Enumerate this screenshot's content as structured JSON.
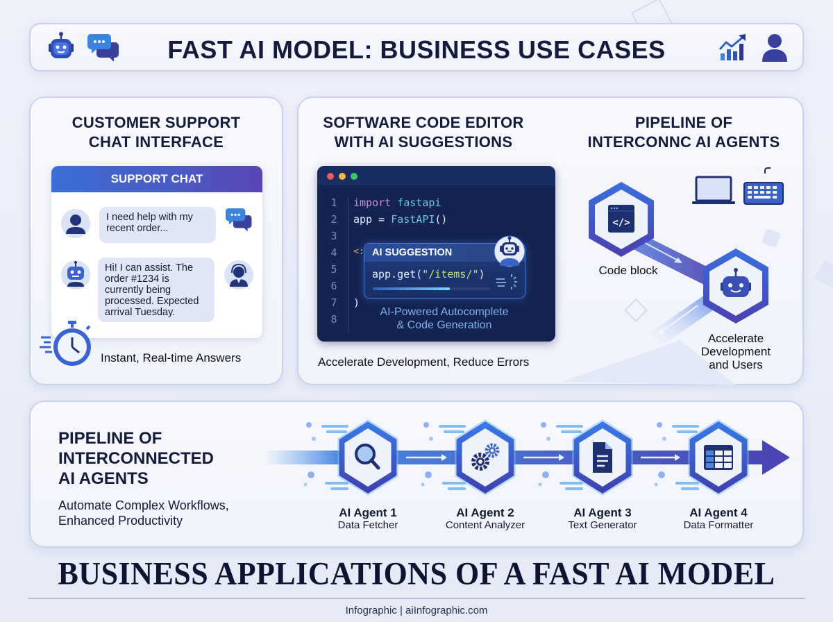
{
  "header": {
    "title": "FAST AI MODEL: BUSINESS USE CASES",
    "icons": [
      "robot-icon",
      "chat-bubbles-icon",
      "growth-chart-icon",
      "user-icon"
    ]
  },
  "colors": {
    "accent": "#3f5fd0",
    "accent_dark": "#2a3b8f",
    "title_text": "#141b3d",
    "editor_bg": "#14234f"
  },
  "customer_support": {
    "title_line1": "CUSTOMER SUPPORT",
    "title_line2": "CHAT INTERFACE",
    "chat_header": "SUPPORT CHAT",
    "messages": [
      {
        "sender": "user",
        "text_line1": "I need help with my",
        "text_line2": "recent order..."
      },
      {
        "sender": "bot",
        "lines": [
          "Hi! I can assist. The",
          "order #1234 is",
          "currently being",
          "processed. Expected",
          "arrival Tuesday."
        ]
      }
    ],
    "tagline": "Instant, Real-time Answers"
  },
  "code_editor": {
    "title_line1": "SOFTWARE CODE EDITOR",
    "title_line2": "WITH AI SUGGESTIONS",
    "line_numbers": [
      "1",
      "2",
      "3",
      "4",
      "5",
      "6",
      "7",
      "8"
    ],
    "code": {
      "line1_kw": "import",
      "line1_mod": "fastapi",
      "line2_pre": "app = ",
      "line2_fn": "FastAPI",
      "line2_post": "()",
      "line4_fragment": "<:",
      "line7": ")"
    },
    "suggestion": {
      "label": "AI SUGGESTION",
      "code_pre": "app.get(",
      "code_str": "\"/items/\"",
      "code_post": ")",
      "progress_percent": 65
    },
    "caption_line1": "AI-Powered Autocomplete",
    "caption_line2": "& Code Generation",
    "tagline": "Accelerate Development, Reduce Errors"
  },
  "pipeline_top": {
    "title_line1": "PIPELINE OF",
    "title_line2": "INTERCONNC AI AGENTS",
    "nodes": [
      {
        "label": "Code block",
        "icon": "code-window-icon"
      },
      {
        "label_lines": [
          "Accelerate",
          "Development",
          "and Users"
        ],
        "icon": "robot-icon"
      }
    ],
    "devices": [
      "laptop-icon",
      "keyboard-icon"
    ]
  },
  "pipeline_bottom": {
    "title_line1": "PIPELINE OF",
    "title_line2": "INTERCONNECTED",
    "title_line3": "AI AGENTS",
    "subtitle_line1": "Automate Complex Workflows,",
    "subtitle_line2": "Enhanced Productivity",
    "agents": [
      {
        "name": "AI Agent 1",
        "role": "Data Fetcher",
        "icon": "magnifier-icon"
      },
      {
        "name": "AI Agent 2",
        "role": "Content Analyzer",
        "icon": "gears-icon"
      },
      {
        "name": "AI Agent 3",
        "role": "Text Generator",
        "icon": "document-icon"
      },
      {
        "name": "AI Agent 4",
        "role": "Data Formatter",
        "icon": "table-icon"
      }
    ]
  },
  "footer": {
    "title": "BUSINESS APPLICATIONS OF A FAST AI MODEL",
    "credit": "Infographic | aiInfographic.com"
  }
}
